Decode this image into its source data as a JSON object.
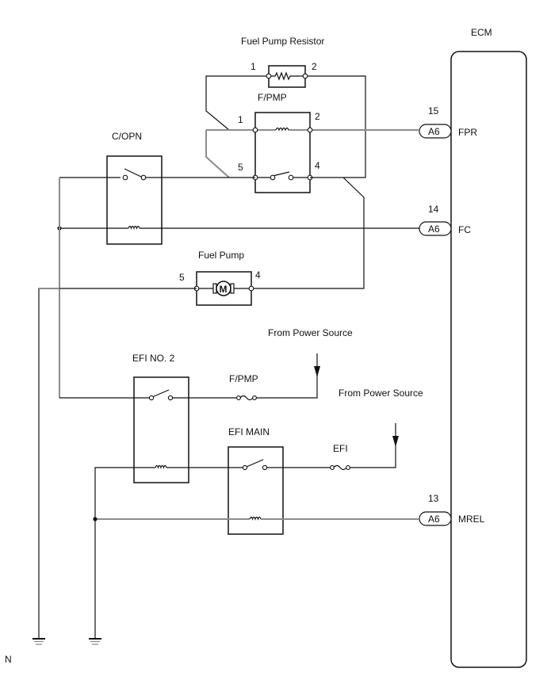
{
  "diagram": {
    "title_corner_mark": "N",
    "ecm": {
      "label": "ECM",
      "terminals": [
        {
          "pin": "15",
          "connector": "A6",
          "name": "FPR"
        },
        {
          "pin": "14",
          "connector": "A6",
          "name": "FC"
        },
        {
          "pin": "13",
          "connector": "A6",
          "name": "MREL"
        }
      ]
    },
    "fuel_pump_resistor": {
      "label": "Fuel Pump Resistor",
      "pins": [
        "1",
        "2"
      ]
    },
    "fpmp_relay": {
      "label": "F/PMP",
      "pins": [
        "1",
        "2",
        "5",
        "4"
      ]
    },
    "copn_relay": {
      "label": "C/OPN"
    },
    "fuel_pump": {
      "label": "Fuel Pump",
      "motor_symbol": "M",
      "pins": [
        "5",
        "4"
      ]
    },
    "efi_no2_relay": {
      "label": "EFI NO. 2"
    },
    "efi_main_relay": {
      "label": "EFI MAIN"
    },
    "fuses": [
      {
        "label": "F/PMP"
      },
      {
        "label": "EFI"
      }
    ],
    "power_sources": [
      {
        "label": "From Power Source"
      },
      {
        "label": "From Power Source"
      }
    ],
    "colors": {
      "wire": "#111111",
      "wire_gray": "#8c8c8c",
      "background": "#ffffff"
    }
  }
}
